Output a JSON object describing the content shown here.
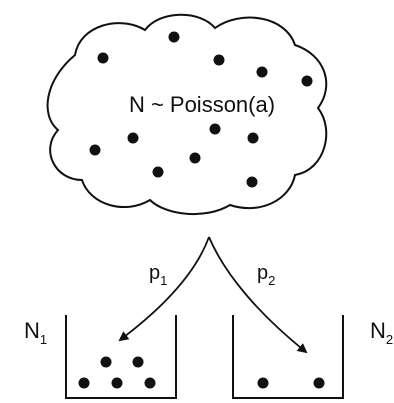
{
  "cloud": {
    "label": "N ~ Poisson(a)",
    "dot_count": 12
  },
  "left_bin": {
    "label": "N",
    "label_subscript": "1",
    "dot_count": 5
  },
  "right_bin": {
    "label": "N",
    "label_subscript": "2",
    "dot_count": 2
  },
  "left_branch": {
    "label": "p",
    "label_subscript": "1"
  },
  "right_branch": {
    "label": "p",
    "label_subscript": "2"
  },
  "colors": {
    "ink": "#111111",
    "background": "#ffffff"
  }
}
